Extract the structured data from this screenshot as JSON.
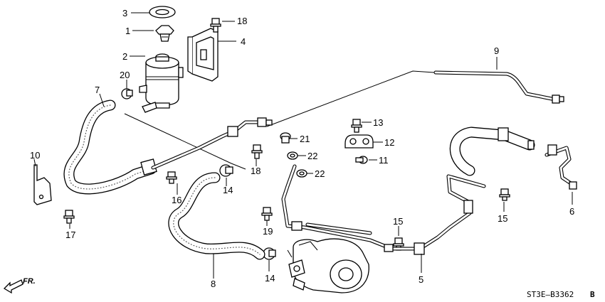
{
  "callouts": [
    "1",
    "2",
    "3",
    "4",
    "5",
    "6",
    "7",
    "8",
    "9",
    "10",
    "11",
    "12",
    "13",
    "14",
    "14",
    "15",
    "15",
    "16",
    "17",
    "18",
    "18",
    "19",
    "20",
    "21",
    "22",
    "22"
  ],
  "diagram_code": "ST3E—B3362",
  "diagram_code_suffix": "B",
  "direction_label": "FR."
}
